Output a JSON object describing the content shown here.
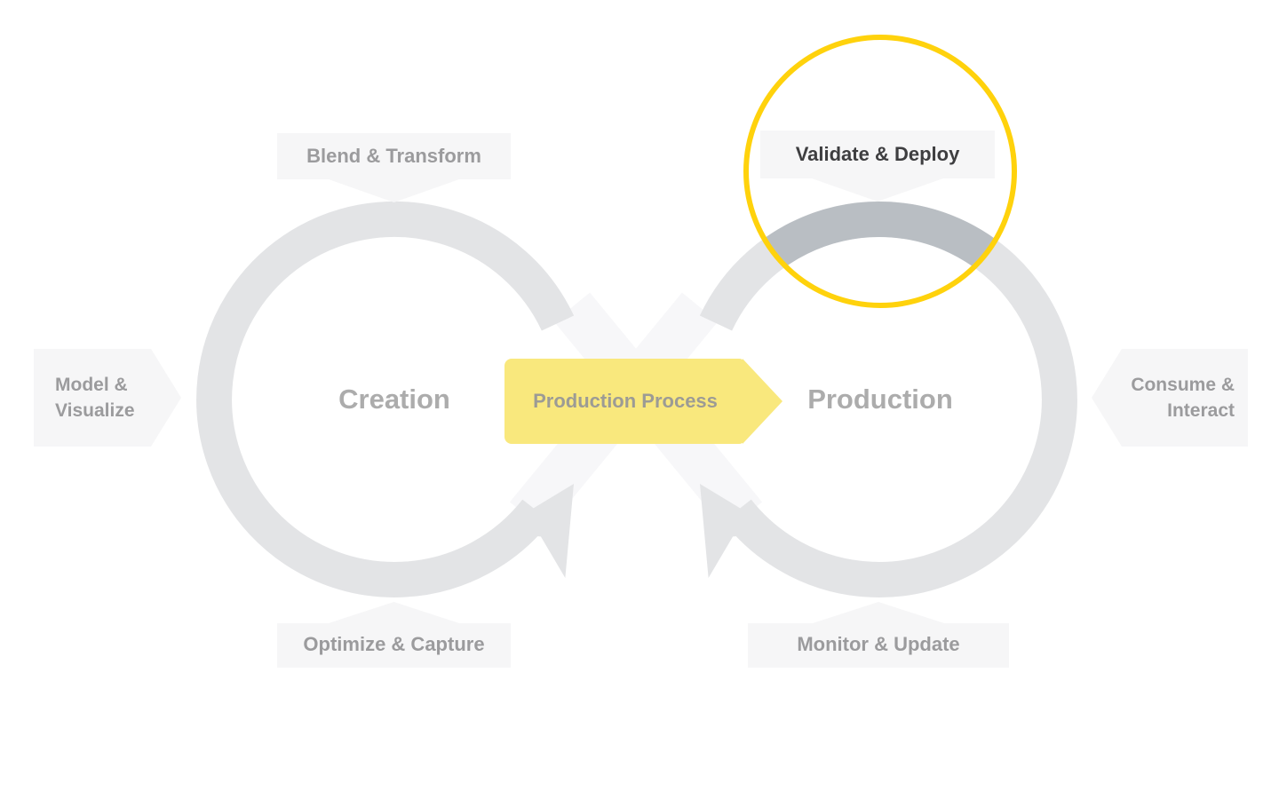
{
  "diagram": {
    "left_loop": {
      "label": "Creation"
    },
    "right_loop": {
      "label": "Production"
    },
    "center_arrow": {
      "label": "Production Process"
    },
    "stages": {
      "blend": {
        "label": "Blend & Transform"
      },
      "validate": {
        "label": "Validate & Deploy",
        "highlighted": true
      },
      "model": {
        "line1": "Model &",
        "line2": "Visualize"
      },
      "consume": {
        "line1": "Consume &",
        "line2": "Interact"
      },
      "optimize": {
        "label": "Optimize & Capture"
      },
      "monitor": {
        "label": "Monitor & Update"
      }
    },
    "colors": {
      "loop_gray": "#E3E4E6",
      "loop_crossing_band": "#F7F7F9",
      "stage_badge_bg": "#F6F6F7",
      "highlighted_segment": "#B9BEC3",
      "highlight_ring": "#FFD20C",
      "process_arrow_fill": "#F9E87D",
      "muted_text": "#9B9B9D",
      "highlight_text": "#3E3E40",
      "loop_label_text": "#ACACAC"
    }
  }
}
